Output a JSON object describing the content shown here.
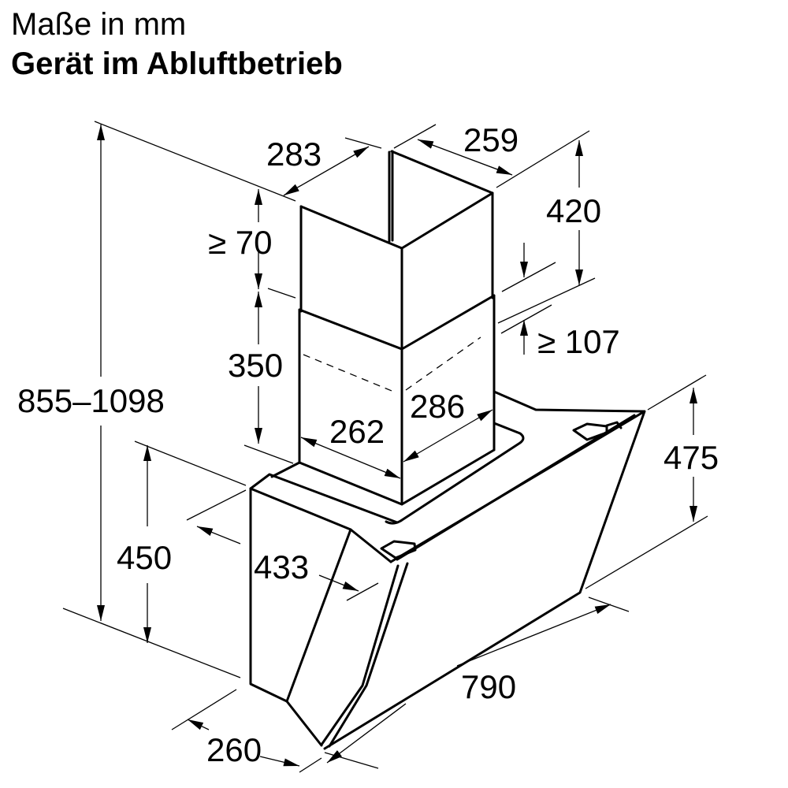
{
  "header": {
    "title": "Maße in mm",
    "subtitle": "Gerät im Abluftbetrieb"
  },
  "dimensions": {
    "total_height": "855–1098",
    "upper_chimney_depth": "283",
    "upper_chimney_width": "259",
    "upper_chimney_height": "420",
    "chimney_overlap_top": "≥ 70",
    "chimney_overlap_bottom": "≥ 107",
    "lower_chimney_height": "350",
    "lower_chimney_depth": "262",
    "lower_chimney_width": "286",
    "hood_height_front": "475",
    "hood_height_side": "450",
    "hood_depth_top": "433",
    "hood_width": "790",
    "hood_depth_bottom": "260"
  }
}
